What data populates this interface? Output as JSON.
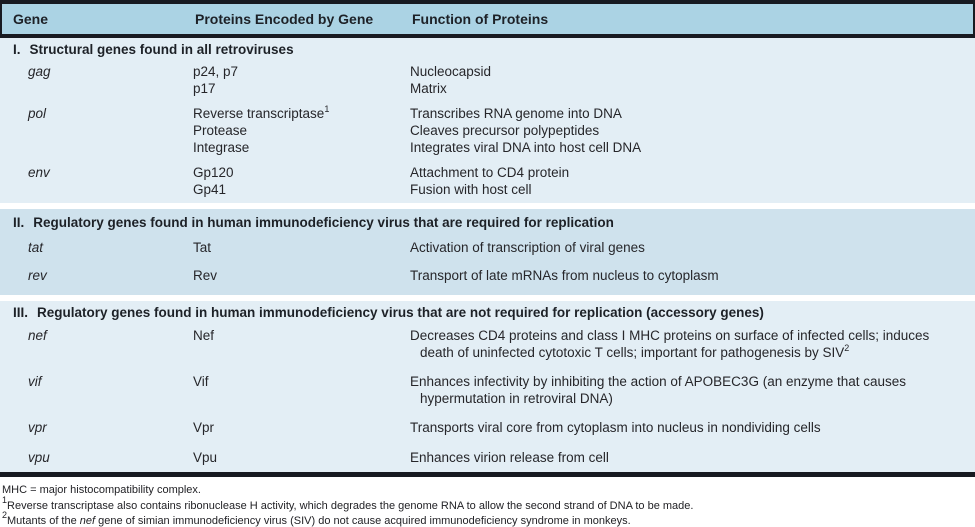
{
  "table": {
    "columns": {
      "gene": "Gene",
      "proteins": "Proteins Encoded by Gene",
      "function": "Function of Proteins"
    },
    "sections": [
      {
        "numeral": "I.",
        "title": "Structural genes found in all retroviruses",
        "rows": [
          {
            "gene": "gag",
            "lines": [
              {
                "protein": "p24, p7",
                "function": "Nucleocapsid"
              },
              {
                "protein": "p17",
                "function": "Matrix"
              }
            ]
          },
          {
            "gene": "pol",
            "lines": [
              {
                "protein": "Reverse transcriptase",
                "protein_sup": "1",
                "function": "Transcribes RNA genome into DNA"
              },
              {
                "protein": "Protease",
                "function": "Cleaves precursor polypeptides"
              },
              {
                "protein": "Integrase",
                "function": "Integrates viral DNA into host cell DNA"
              }
            ]
          },
          {
            "gene": "env",
            "lines": [
              {
                "protein": "Gp120",
                "function": "Attachment to CD4 protein"
              },
              {
                "protein": "Gp41",
                "function": "Fusion with host cell"
              }
            ]
          }
        ]
      },
      {
        "numeral": "II.",
        "title": "Regulatory genes found in human immunodeficiency virus that are required for replication",
        "rows": [
          {
            "gene": "tat",
            "lines": [
              {
                "protein": "Tat",
                "function": "Activation of transcription of viral genes"
              }
            ]
          },
          {
            "gene": "rev",
            "lines": [
              {
                "protein": "Rev",
                "function": "Transport of late mRNAs from nucleus to cytoplasm"
              }
            ]
          }
        ]
      },
      {
        "numeral": "III.",
        "title": "Regulatory genes found in human immunodeficiency virus that are not required for replication (accessory genes)",
        "rows": [
          {
            "gene": "nef",
            "lines": [
              {
                "protein": "Nef",
                "function": "Decreases CD4 proteins and class I MHC proteins on surface of infected cells; induces",
                "function2": "death of uninfected cytotoxic T cells; important for pathogenesis by SIV",
                "function2_sup": "2"
              }
            ]
          },
          {
            "gene": "vif",
            "lines": [
              {
                "protein": "Vif",
                "function": "Enhances infectivity by inhibiting the action of APOBEC3G (an enzyme that causes",
                "function2": "hypermutation in retroviral DNA)"
              }
            ]
          },
          {
            "gene": "vpr",
            "lines": [
              {
                "protein": "Vpr",
                "function": "Transports viral core from cytoplasm into nucleus in nondividing cells"
              }
            ]
          },
          {
            "gene": "vpu",
            "lines": [
              {
                "protein": "Vpu",
                "function": "Enhances virion release from cell"
              }
            ]
          }
        ]
      }
    ]
  },
  "footnotes": [
    {
      "text": "MHC = major histocompatibility complex."
    },
    {
      "sup": "1",
      "text": "Reverse transcriptase also contains ribonuclease H activity, which degrades the genome RNA to allow the second strand of DNA to be made."
    },
    {
      "sup": "2",
      "text_pre": "Mutants of the ",
      "italic": "nef",
      "text_post": " gene of simian immunodeficiency virus (SIV) do not cause acquired immunodeficiency syndrome in monkeys."
    }
  ],
  "colors": {
    "header_band": "#abd3e4",
    "section_band": "#e3eef5",
    "section_band_alt": "#cfe2ed",
    "rule_black": "#171a21"
  }
}
